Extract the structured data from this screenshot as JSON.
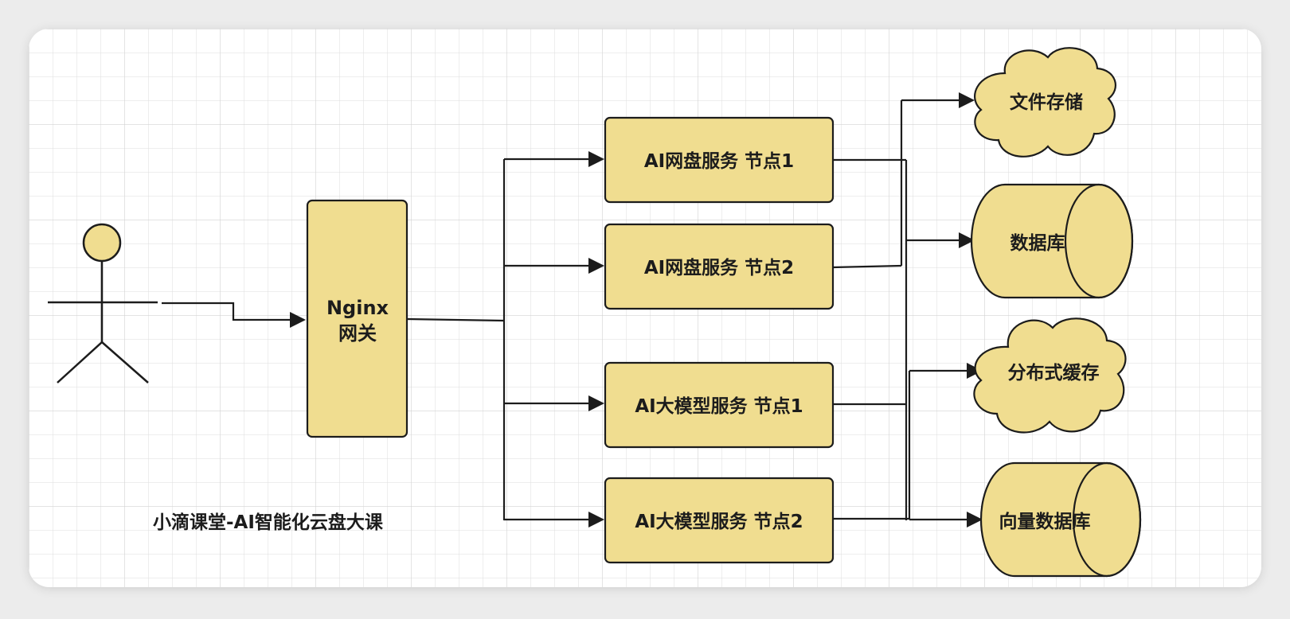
{
  "diagram": {
    "gateway": {
      "line1": "Nginx",
      "line2": "网关"
    },
    "services": [
      {
        "label": "AI网盘服务 节点1"
      },
      {
        "label": "AI网盘服务 节点2"
      },
      {
        "label": "AI大模型服务 节点1"
      },
      {
        "label": "AI大模型服务 节点2"
      }
    ],
    "storage": [
      {
        "label": "文件存储",
        "shape": "cloud"
      },
      {
        "label": "数据库",
        "shape": "cylinder"
      },
      {
        "label": "分布式缓存",
        "shape": "cloud"
      },
      {
        "label": "向量数据库",
        "shape": "cylinder"
      }
    ],
    "caption": "小滴课堂-AI智能化云盘大课",
    "actor_icon": "stick-figure-user-icon",
    "colors": {
      "node_fill": "#f0dd90",
      "stroke": "#1c1c1c",
      "grid": "#dcdcdc",
      "canvas": "#ffffff",
      "backdrop": "#ececec"
    }
  }
}
